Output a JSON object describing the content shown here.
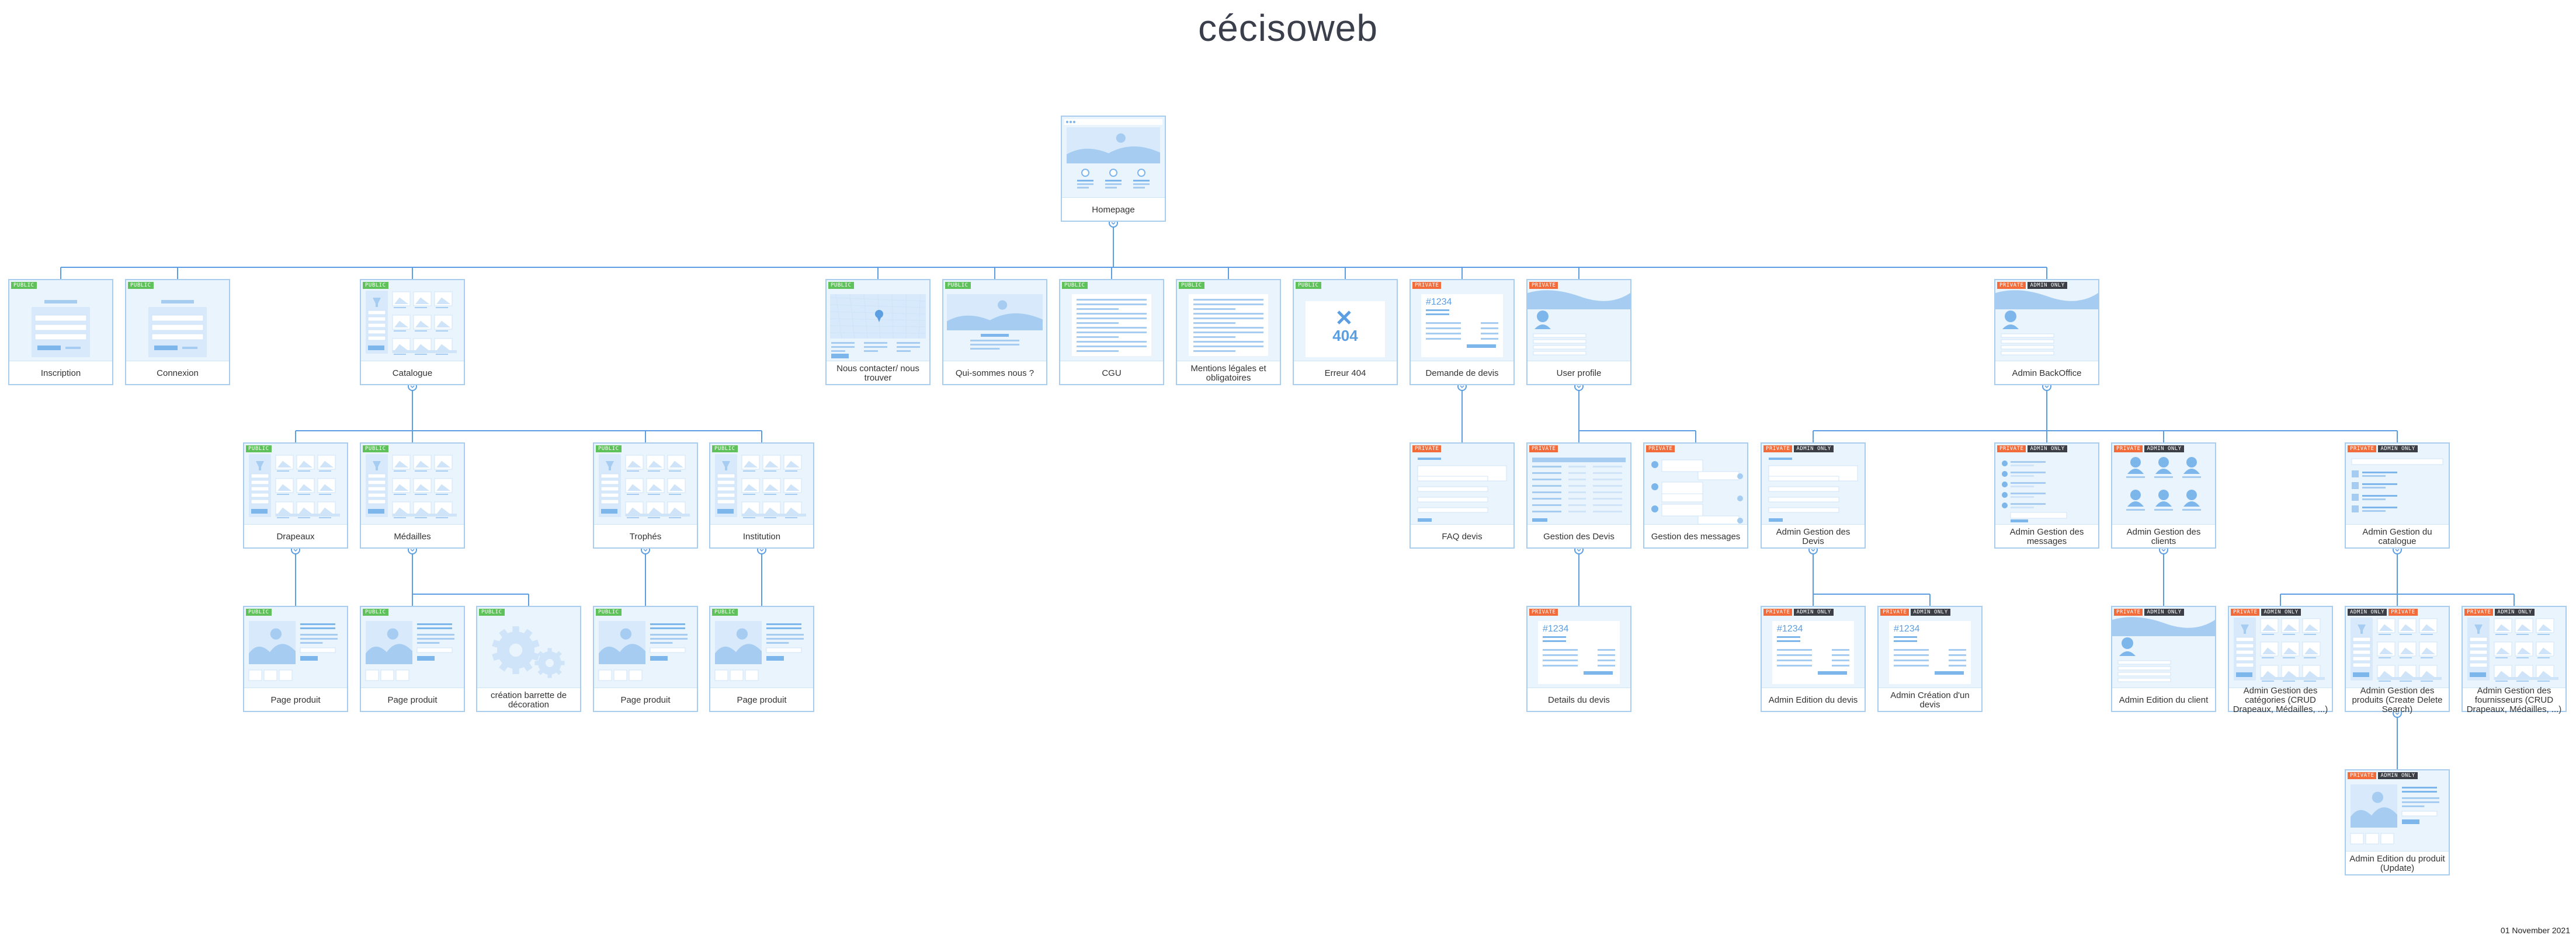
{
  "title": "cécisoweb",
  "date": "01 November 2021",
  "colors": {
    "link": "#5b9ee2",
    "card_border": "#a9cdee",
    "public": "#5fc15a",
    "private": "#f26b3a",
    "admin": "#3c3f46"
  },
  "badge_text": {
    "public": "PUBLIC",
    "private": "PRIVATE",
    "admin": "ADMIN ONLY"
  },
  "nodes": [
    {
      "id": "home",
      "label": "Homepage",
      "badges": [],
      "thumb": "home"
    },
    {
      "id": "inscription",
      "label": "Inscription",
      "badges": [
        "public"
      ],
      "thumb": "form"
    },
    {
      "id": "connexion",
      "label": "Connexion",
      "badges": [
        "public"
      ],
      "thumb": "form"
    },
    {
      "id": "catalogue",
      "label": "Catalogue",
      "badges": [
        "public"
      ],
      "thumb": "catalog"
    },
    {
      "id": "contact",
      "label": "Nous contacter/ nous trouver",
      "badges": [
        "public"
      ],
      "thumb": "map"
    },
    {
      "id": "quisommes",
      "label": "Qui-sommes nous ?",
      "badges": [
        "public"
      ],
      "thumb": "about"
    },
    {
      "id": "cgu",
      "label": "CGU",
      "badges": [
        "public"
      ],
      "thumb": "text"
    },
    {
      "id": "mentions",
      "label": "Mentions légales et obligatoires",
      "badges": [
        "public"
      ],
      "thumb": "text"
    },
    {
      "id": "erreur404",
      "label": "Erreur 404",
      "badges": [
        "public"
      ],
      "thumb": "error",
      "error_code": "404"
    },
    {
      "id": "demandedevis",
      "label": "Demande de devis",
      "badges": [
        "private"
      ],
      "thumb": "quote",
      "quote_no": "#1234"
    },
    {
      "id": "userprofile",
      "label": "User profile",
      "badges": [
        "private"
      ],
      "thumb": "profile"
    },
    {
      "id": "adminbo",
      "label": "Admin BackOffice",
      "badges": [
        "private",
        "admin"
      ],
      "thumb": "profile"
    },
    {
      "id": "drapeaux",
      "label": "Drapeaux",
      "badges": [
        "public"
      ],
      "thumb": "catalog"
    },
    {
      "id": "medailles",
      "label": "Médailles",
      "badges": [
        "public"
      ],
      "thumb": "catalog"
    },
    {
      "id": "trophes",
      "label": "Trophés",
      "badges": [
        "public"
      ],
      "thumb": "catalog"
    },
    {
      "id": "institution",
      "label": "Institution",
      "badges": [
        "public"
      ],
      "thumb": "catalog"
    },
    {
      "id": "faqdevis",
      "label": "FAQ devis",
      "badges": [
        "private"
      ],
      "thumb": "faq"
    },
    {
      "id": "gestiondevis",
      "label": "Gestion des Devis",
      "badges": [
        "private"
      ],
      "thumb": "table"
    },
    {
      "id": "gestionmessages",
      "label": "Gestion des messages",
      "badges": [
        "private"
      ],
      "thumb": "messages"
    },
    {
      "id": "admingestiondevis",
      "label": "Admin Gestion des Devis",
      "badges": [
        "private",
        "admin"
      ],
      "thumb": "faq"
    },
    {
      "id": "admingestionmessages",
      "label": "Admin Gestion des messages",
      "badges": [
        "private",
        "admin"
      ],
      "thumb": "adminmsg"
    },
    {
      "id": "admingestionclients",
      "label": "Admin Gestion des clients",
      "badges": [
        "private",
        "admin"
      ],
      "thumb": "avatars"
    },
    {
      "id": "admingestioncatalogue",
      "label": "Admin Gestion du catalogue",
      "badges": [
        "private",
        "admin"
      ],
      "thumb": "list"
    },
    {
      "id": "pp1",
      "label": "Page produit",
      "badges": [
        "public"
      ],
      "thumb": "product"
    },
    {
      "id": "pp2",
      "label": "Page produit",
      "badges": [
        "public"
      ],
      "thumb": "product"
    },
    {
      "id": "barrette",
      "label": "création barrette de décoration",
      "badges": [
        "public"
      ],
      "thumb": "gears"
    },
    {
      "id": "pp3",
      "label": "Page produit",
      "badges": [
        "public"
      ],
      "thumb": "product"
    },
    {
      "id": "pp4",
      "label": "Page produit",
      "badges": [
        "public"
      ],
      "thumb": "product"
    },
    {
      "id": "detailsdevis",
      "label": "Details du devis",
      "badges": [
        "private"
      ],
      "thumb": "quote",
      "quote_no": "#1234"
    },
    {
      "id": "admineditiondevis",
      "label": "Admin Edition du devis",
      "badges": [
        "private",
        "admin"
      ],
      "thumb": "quote",
      "quote_no": "#1234"
    },
    {
      "id": "admincreationdevis",
      "label": "Admin Création d'un devis",
      "badges": [
        "private",
        "admin"
      ],
      "thumb": "quote",
      "quote_no": "#1234"
    },
    {
      "id": "admineditionclient",
      "label": "Admin Edition du client",
      "badges": [
        "private",
        "admin"
      ],
      "thumb": "profile"
    },
    {
      "id": "admincategories",
      "label": "Admin Gestion des catégories (CRUD Drapeaux, Médailles, ...)",
      "badges": [
        "private",
        "admin"
      ],
      "thumb": "catalog"
    },
    {
      "id": "adminproduits",
      "label": "Admin Gestion des produits (Create Delete Search)",
      "badges": [
        "admin",
        "private"
      ],
      "thumb": "catalog"
    },
    {
      "id": "adminfournisseurs",
      "label": "Admin Gestion des fournisseurs (CRUD Drapeaux, Médailles, ...)",
      "badges": [
        "private",
        "admin"
      ],
      "thumb": "catalog"
    },
    {
      "id": "admineditionproduit",
      "label": "Admin Edition du produit (Update)",
      "badges": [
        "private",
        "admin"
      ],
      "thumb": "product"
    }
  ],
  "links": [
    [
      "home",
      "inscription"
    ],
    [
      "home",
      "connexion"
    ],
    [
      "home",
      "catalogue"
    ],
    [
      "home",
      "contact"
    ],
    [
      "home",
      "quisommes"
    ],
    [
      "home",
      "cgu"
    ],
    [
      "home",
      "mentions"
    ],
    [
      "home",
      "erreur404"
    ],
    [
      "home",
      "demandedevis"
    ],
    [
      "home",
      "userprofile"
    ],
    [
      "home",
      "adminbo"
    ],
    [
      "catalogue",
      "drapeaux"
    ],
    [
      "catalogue",
      "medailles"
    ],
    [
      "catalogue",
      "trophes"
    ],
    [
      "catalogue",
      "institution"
    ],
    [
      "demandedevis",
      "faqdevis"
    ],
    [
      "userprofile",
      "gestiondevis"
    ],
    [
      "userprofile",
      "gestionmessages"
    ],
    [
      "adminbo",
      "admingestiondevis"
    ],
    [
      "adminbo",
      "admingestionmessages"
    ],
    [
      "adminbo",
      "admingestionclients"
    ],
    [
      "adminbo",
      "admingestioncatalogue"
    ],
    [
      "drapeaux",
      "pp1"
    ],
    [
      "medailles",
      "pp2"
    ],
    [
      "medailles",
      "barrette"
    ],
    [
      "trophes",
      "pp3"
    ],
    [
      "institution",
      "pp4"
    ],
    [
      "gestiondevis",
      "detailsdevis"
    ],
    [
      "admingestiondevis",
      "admineditiondevis"
    ],
    [
      "admingestiondevis",
      "admincreationdevis"
    ],
    [
      "admingestionclients",
      "admineditionclient"
    ],
    [
      "admingestioncatalogue",
      "admincategories"
    ],
    [
      "admingestioncatalogue",
      "adminproduits"
    ],
    [
      "admingestioncatalogue",
      "adminfournisseurs"
    ],
    [
      "adminproduits",
      "admineditionproduit"
    ]
  ]
}
